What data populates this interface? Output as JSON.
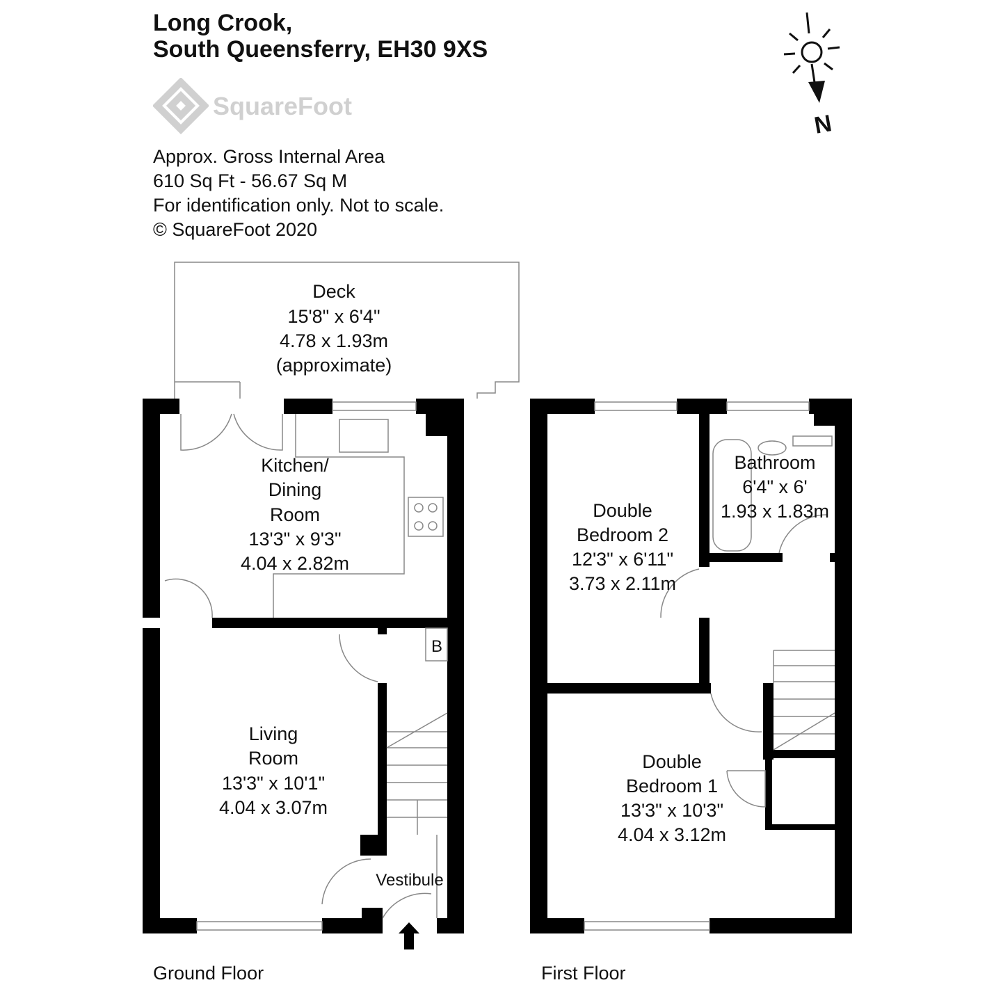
{
  "header": {
    "line1": "Long Crook,",
    "line2": "South Queensferry, EH30 9XS"
  },
  "logo": {
    "text": "SquareFoot"
  },
  "info": {
    "line1": "Approx. Gross Internal Area",
    "line2": "610 Sq Ft  -  56.67 Sq M",
    "line3": "For identification only. Not to scale.",
    "line4": "© SquareFoot 2020"
  },
  "compass": {
    "label": "N"
  },
  "rooms": {
    "deck": [
      "Deck",
      "15'8\" x 6'4\"",
      "4.78 x 1.93m",
      "(approximate)"
    ],
    "kitchen": [
      "Kitchen/",
      "Dining",
      "Room",
      "13'3\" x 9'3\"",
      "4.04 x 2.82m"
    ],
    "living": [
      "Living",
      "Room",
      "13'3\" x 10'1\"",
      "4.04 x 3.07m"
    ],
    "vestibule": [
      "Vestibule"
    ],
    "boiler": [
      "B"
    ],
    "bathroom": [
      "Bathroom",
      "6'4\" x 6'",
      "1.93 x 1.83m"
    ],
    "bed2": [
      "Double",
      "Bedroom 2",
      "12'3\" x 6'11\"",
      "3.73 x 2.11m"
    ],
    "bed1": [
      "Double",
      "Bedroom 1",
      "13'3\" x 10'3\"",
      "4.04 x 3.12m"
    ]
  },
  "floors": {
    "ground": "Ground Floor",
    "first": "First Floor"
  }
}
